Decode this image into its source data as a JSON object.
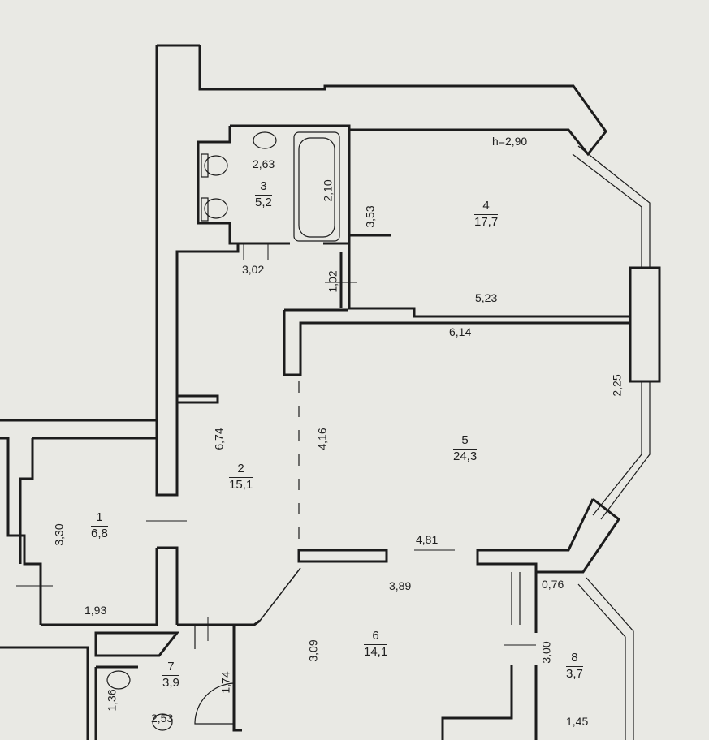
{
  "ceiling_height": "h=2,90",
  "rooms": [
    {
      "num": "1",
      "area": "6,8"
    },
    {
      "num": "2",
      "area": "15,1"
    },
    {
      "num": "3",
      "area": "5,2"
    },
    {
      "num": "4",
      "area": "17,7"
    },
    {
      "num": "5",
      "area": "24,3"
    },
    {
      "num": "6",
      "area": "14,1"
    },
    {
      "num": "7",
      "area": "3,9"
    },
    {
      "num": "8",
      "area": "3,7"
    }
  ],
  "dims": {
    "d263": "2,63",
    "d210": "2,10",
    "d353": "3,53",
    "d302": "3,02",
    "d102": "1,02",
    "d523": "5,23",
    "d614": "6,14",
    "d225": "2,25",
    "d674": "6,74",
    "d416": "4,16",
    "d330": "3,30",
    "d193": "1,93",
    "d481": "4,81",
    "d389": "3,89",
    "d076": "0,76",
    "d309": "3,09",
    "d300": "3,00",
    "d145": "1,45",
    "d174": "1,74",
    "d136": "1,36",
    "d253": "2,53"
  },
  "colors": {
    "paper": "#e9e9e4",
    "wall": "#1c1c1c",
    "ink": "#1f1f1f"
  }
}
